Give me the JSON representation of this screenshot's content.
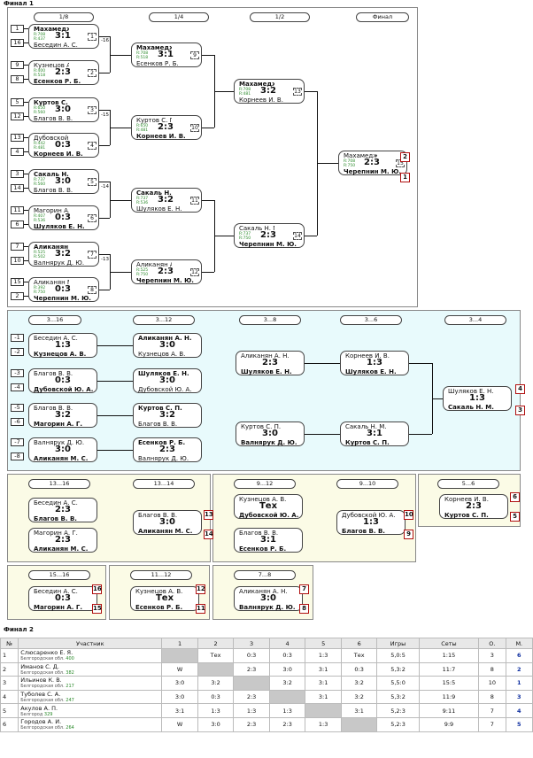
{
  "header": {
    "title": "Финал 1",
    "table_title": "Финал 2"
  },
  "rounds_a": [
    "1/8",
    "1/4",
    "1/2",
    "Финал"
  ],
  "rounds_b": [
    "3...16",
    "3...12",
    "3...8",
    "3...6",
    "3...4"
  ],
  "rounds_c": [
    "13...16",
    "13...14",
    "9...12",
    "9...10",
    "5...6"
  ],
  "rounds_d": [
    "15...16",
    "11...12",
    "7...8"
  ],
  "table": {
    "headers": [
      "№",
      "Участник",
      "1",
      "2",
      "3",
      "4",
      "5",
      "6",
      "Игры",
      "Сеты",
      "О.",
      "М."
    ],
    "rows": [
      {
        "n": "1",
        "name": "Слюсаренко Е. Я.",
        "city": "Белгородская обл.",
        "rating": "400",
        "c": [
          "",
          "Тех",
          "0:3",
          "0:3",
          "1:3",
          "Тех"
        ],
        "games": "5,0:5",
        "sets": "1:15",
        "o": "3",
        "m": "6"
      },
      {
        "n": "2",
        "name": "Иманов С. Д.",
        "city": "Белгородская обл.",
        "rating": "382",
        "c": [
          "W",
          "",
          "2:3",
          "3:0",
          "3:1",
          "0:3"
        ],
        "games": "5,3:2",
        "sets": "11:7",
        "o": "8",
        "m": "2"
      },
      {
        "n": "3",
        "name": "Ильинов К. В.",
        "city": "Белгородская обл.",
        "rating": "217",
        "c": [
          "3:0",
          "3:2",
          "",
          "3:2",
          "3:1",
          "3:2"
        ],
        "games": "5,5:0",
        "sets": "15:5",
        "o": "10",
        "m": "1"
      },
      {
        "n": "4",
        "name": "Тубол​ев С. А.",
        "city": "Белгородская обл.",
        "rating": "247",
        "c": [
          "3:0",
          "0:3",
          "2:3",
          "",
          "3:1",
          "3:2"
        ],
        "games": "5,3:2",
        "sets": "11:9",
        "o": "8",
        "m": "3"
      },
      {
        "n": "5",
        "name": "Акулов А. П.",
        "city": "Белгород",
        "rating": "329",
        "c": [
          "3:1",
          "1:3",
          "1:3",
          "1:3",
          "",
          "3:1"
        ],
        "games": "5,2:3",
        "sets": "9:11",
        "o": "7",
        "m": "4"
      },
      {
        "n": "6",
        "name": "Городов А. И.",
        "city": "Белгородская обл.",
        "rating": "264",
        "c": [
          "W",
          "3:0",
          "2:3",
          "2:3",
          "1:3",
          ""
        ],
        "games": "5,2:3",
        "sets": "9:9",
        "o": "7",
        "m": "5"
      }
    ]
  },
  "matches": [
    {
      "id": "a1",
      "p1": "Махамеджанов ...",
      "r1": "R:708",
      "p2": "Беседин А. С.",
      "r2": "R:437",
      "score": "3:1",
      "n": "1",
      "w": 1
    },
    {
      "id": "a2",
      "p1": "Кузнецов А. В.",
      "r1": "R:400",
      "p2": "Есенков Р. Б.",
      "r2": "R:518",
      "score": "2:3",
      "n": "2",
      "w": 2
    },
    {
      "id": "a3",
      "p1": "Куртов С. П.",
      "r1": "R:650",
      "p2": "Благов В. В.",
      "r2": "R:560",
      "score": "3:0",
      "n": "3",
      "w": 1
    },
    {
      "id": "a4",
      "p1": "Дубовской Ю. А.",
      "r1": "R:442",
      "p2": "Корнеев И. В.",
      "r2": "R:481",
      "score": "0:3",
      "n": "4",
      "w": 2
    },
    {
      "id": "a5",
      "p1": "Сакаль Н. М.",
      "r1": "R:737",
      "p2": "Благов В. В.",
      "r2": "R:560",
      "score": "3:0",
      "n": "5",
      "w": 1
    },
    {
      "id": "a6",
      "p1": "Магорин А. Г.",
      "r1": "R:407",
      "p2": "Шуляков Е. Н.",
      "r2": "R:536",
      "score": "0:3",
      "n": "6",
      "w": 2
    },
    {
      "id": "a7",
      "p1": "Аликанян А. Н.",
      "r1": "R:525",
      "p2": "Валнярук Д. Ю.",
      "r2": "R:502",
      "score": "3:2",
      "n": "7",
      "w": 1
    },
    {
      "id": "a8",
      "p1": "Аликанян М. С.",
      "r1": "R:392",
      "p2": "Черепнин М. Ю.",
      "r2": "R:750",
      "score": "0:3",
      "n": "8",
      "w": 2
    },
    {
      "id": "b1",
      "p1": "Махамеджанов ...",
      "r1": "R:708",
      "p2": "Есенков Р. Б.",
      "r2": "R:518",
      "score": "3:1",
      "n": "9",
      "w": 1
    },
    {
      "id": "b2",
      "p1": "Куртов С. П.",
      "r1": "R:650",
      "p2": "Корнеев И. В.",
      "r2": "R:481",
      "score": "2:3",
      "n": "10",
      "w": 2
    },
    {
      "id": "b3",
      "p1": "Сакаль Н. М.",
      "r1": "R:737",
      "p2": "Шуляков Е. Н.",
      "r2": "R:536",
      "score": "3:2",
      "n": "11",
      "w": 1
    },
    {
      "id": "b4",
      "p1": "Аликанян А. Н.",
      "r1": "R:525",
      "p2": "Черепнин М. Ю.",
      "r2": "R:750",
      "score": "2:3",
      "n": "12",
      "w": 2
    },
    {
      "id": "c1",
      "p1": "Махамеджанов ...",
      "r1": "R:708",
      "p2": "Корнеев И. В.",
      "r2": "R:481",
      "score": "3:2",
      "n": "13",
      "w": 1
    },
    {
      "id": "c2",
      "p1": "Сакаль Н. М.",
      "r1": "R:737",
      "p2": "Черепнин М. Ю.",
      "r2": "R:750",
      "score": "2:3",
      "n": "14",
      "w": 2
    },
    {
      "id": "d1",
      "p1": "Махамеджанов ...",
      "r1": "R:708",
      "p2": "Черепнин М. Ю.",
      "r2": "R:750",
      "score": "2:3",
      "n": "15",
      "w": 2
    }
  ],
  "seeds": [
    "1",
    "16",
    "9",
    "8",
    "5",
    "12",
    "13",
    "4",
    "3",
    "14",
    "11",
    "6",
    "7",
    "10",
    "15",
    "2"
  ],
  "places": {
    "final1": "2",
    "final2": "1",
    "third": "4",
    "fourth": "3",
    "fifth": "6",
    "sixth": "5",
    "ninth": "10",
    "tenth": "9",
    "thirteenth": "13",
    "fourteenth": "14",
    "eleventh": "12",
    "twelfth": "11",
    "fifteenth": "16",
    "sixteenth": "15",
    "seventh": "7",
    "eighth": "8"
  }
}
